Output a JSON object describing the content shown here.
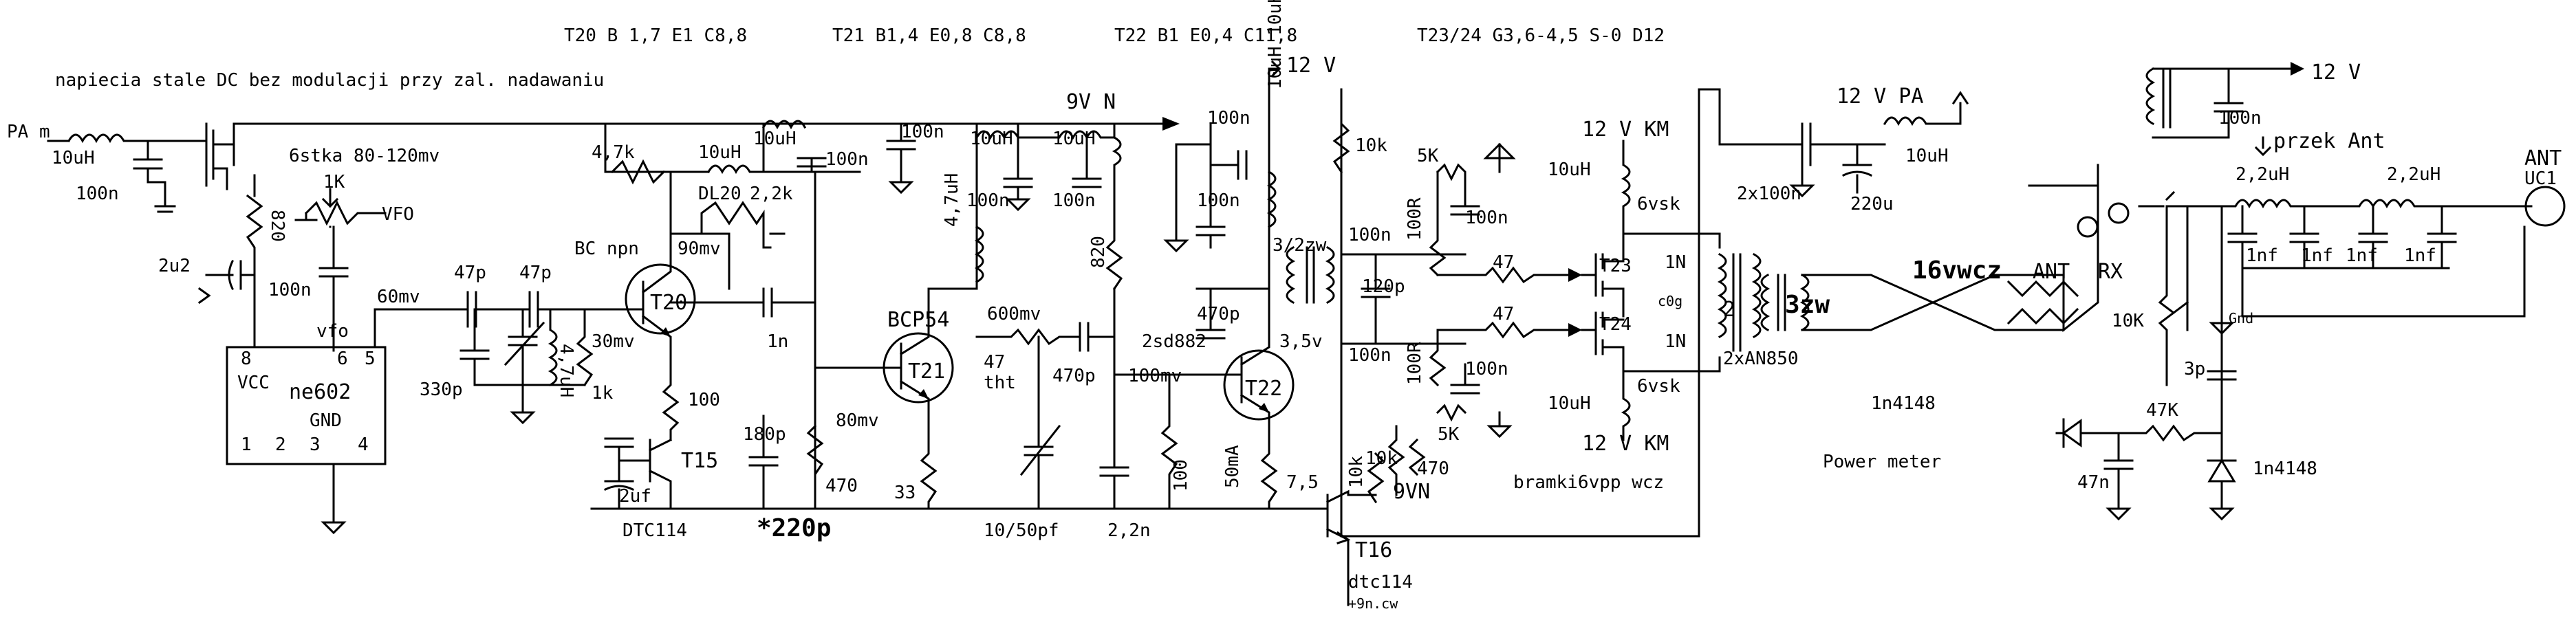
{
  "texts": {
    "t20": "T20 B 1,7 E1 C8,8",
    "t21": "T21 B1,4 E0,8 C8,8",
    "t22": "T22 B1 E0,4 C11,8",
    "t2324": "T23/24  G3,6-4,5  S-0 D12",
    "napiecia": "napiecia stale DC bez modulacji przy zal. nadawaniu",
    "pa_m": "PA m",
    "l10uh_in": "10uH",
    "c100n_in": "100n",
    "r820": "820",
    "c2u2": "2u2",
    "stka": "6stka 80-120mv",
    "r1k": "1K",
    "vfo": "VFO",
    "c100n_vfo": "100n",
    "vfo_pin": "vfo",
    "mv60": "60mv",
    "c47p_a": "47p",
    "c47p_b": "47p",
    "c330p": "330p",
    "l47uh": "4,7uH",
    "r1k_b": "1k",
    "ne_vcc": "VCC",
    "ne_name": "ne602",
    "ne_gnd": "GND",
    "pin8": "8",
    "pin6": "6",
    "pin5": "5",
    "pin1": "1",
    "pin2": "2",
    "pin3": "3",
    "pin4": "4",
    "r47k": "4,7k",
    "l10uh_b": "10uH",
    "dl20": "DL20",
    "l10uh_c": "10uH",
    "c100n_top": "100n",
    "c100n_top2": "100n",
    "v9n": "9V N",
    "bc_npn": "BC npn",
    "mv90": "90mv",
    "r22k": "2,2k",
    "c1n": "1n",
    "t20_lbl": "T20",
    "mv30": "30mv",
    "r100_t15": "100",
    "t15_lbl": "T15",
    "c2uf": "2uf",
    "dtc114": "DTC114",
    "c180p": "180p",
    "c220p": "*220p",
    "r470_a": "470",
    "mv80": "80mv",
    "bcp54": "BCP54",
    "t21_lbl": "T21",
    "r33": "33",
    "l47uh_b": "4,7uH",
    "mv600": "600mv",
    "r47_tht": "47",
    "tht": "tht",
    "c470p": "470p",
    "c1050pf": "10/50pf",
    "c22n": "2,2n",
    "r100_b": "100",
    "l10uh_d": "10uH",
    "l10uh_e": "10uH",
    "c100n_d": "100n",
    "c100n_e": "100n",
    "r820_b": "820",
    "sd882": "2sd882",
    "mv100": "100mv",
    "v35": "3,5v",
    "t22_lbl": "T22",
    "ma50": "50mA",
    "r75": "7,5",
    "v12": "12 V",
    "c100n_f": "100n",
    "c100n_g": "100n",
    "l10uh_f": "10uH 10uH",
    "c470p_b": "470p",
    "tr32zw": "3/2zw",
    "c100n_h": "100n",
    "c120p": "120p",
    "c100n_i": "100n",
    "r10k_a": "10k",
    "r5k_a": "5K",
    "r100r_a": "100R",
    "c100n_j": "100n",
    "r47_a": "47",
    "r47_b": "47",
    "r100r_b": "100R",
    "c100n_k": "100n",
    "r5k_b": "5K",
    "r10k_b": "10k",
    "r10k_c": "10k",
    "r470_b": "470",
    "v9vn": "9VN",
    "bramki": "bramki6vpp wcz",
    "t16_lbl": "T16",
    "dtc114_b": "dtc114",
    "n9cw": "+9n.cw",
    "v12km_top": "12 V KM",
    "l10uh_g": "10uH",
    "vsk6_a": "6vsk",
    "t23_lbl": "T23",
    "in1_a": "1N",
    "c0g": "c0g",
    "t24_lbl": "T24",
    "in1_b": "1N",
    "vsk6_b": "6vsk",
    "l10uh_h": "10uH",
    "v12km_bot": "12 V KM",
    "an850": "2xAN850",
    "c2x100n": "2x100n",
    "c220u": "220u",
    "v12pa": "12 V PA",
    "l10uh_pa": "10uH",
    "zw3": "3zw",
    "wcz16": "16vwcz",
    "tr2": "2",
    "ant_sw": "ANT",
    "rx": "RX",
    "r10k_rx": "10K",
    "gnd_lbl": "Gnd",
    "v12_r": "12 V",
    "c100n_r": "100n",
    "przek": "przek Ant",
    "l22uh_a": "2,2uH",
    "l22uh_b": "2,2uH",
    "ant": "ANT",
    "uc1": "UC1",
    "nf_a": "1nf",
    "nf_b": "1nf",
    "nf_c": "1nf",
    "nf_d": "1nf",
    "c3p": "3p",
    "d1n4148_a": "1n4148",
    "r47k_pm": "47K",
    "power_meter": "Power meter",
    "c47n": "47n",
    "d1n4148_b": "1n4148"
  }
}
